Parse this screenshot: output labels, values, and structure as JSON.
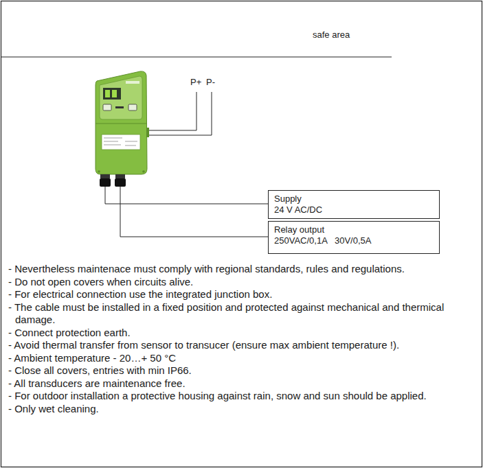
{
  "diagram": {
    "nodes": [
      {
        "text": [
          "Supply",
          "24 V AC/DC"
        ]
      },
      {
        "text": [
          "Relay output",
          "250VAC/0,1A   30V/0,5A"
        ]
      }
    ],
    "labels": [
      "safe area",
      "P+",
      "P-",
      "- Nevertheless maintenace must comply with regional standards, rules and regulations.",
      "- Do not open covers when circuits alive.",
      "- For electrical connection use the integrated junction box.",
      "- The cable must be installed in a fixed position and protected against mechanical and thermical damage.",
      "- Connect protection earth.",
      "- Avoid thermal transfer from sensor to transucer (ensure max ambient temperature !).",
      "- Ambient temperature - 20…+ 50 °C",
      "- Close all covers, entries with min IP66.",
      "- All transducers are maintenance free.",
      "- For outdoor installation a protective housing against rain, snow and sun should be applied.",
      "- Only wet cleaning."
    ]
  }
}
